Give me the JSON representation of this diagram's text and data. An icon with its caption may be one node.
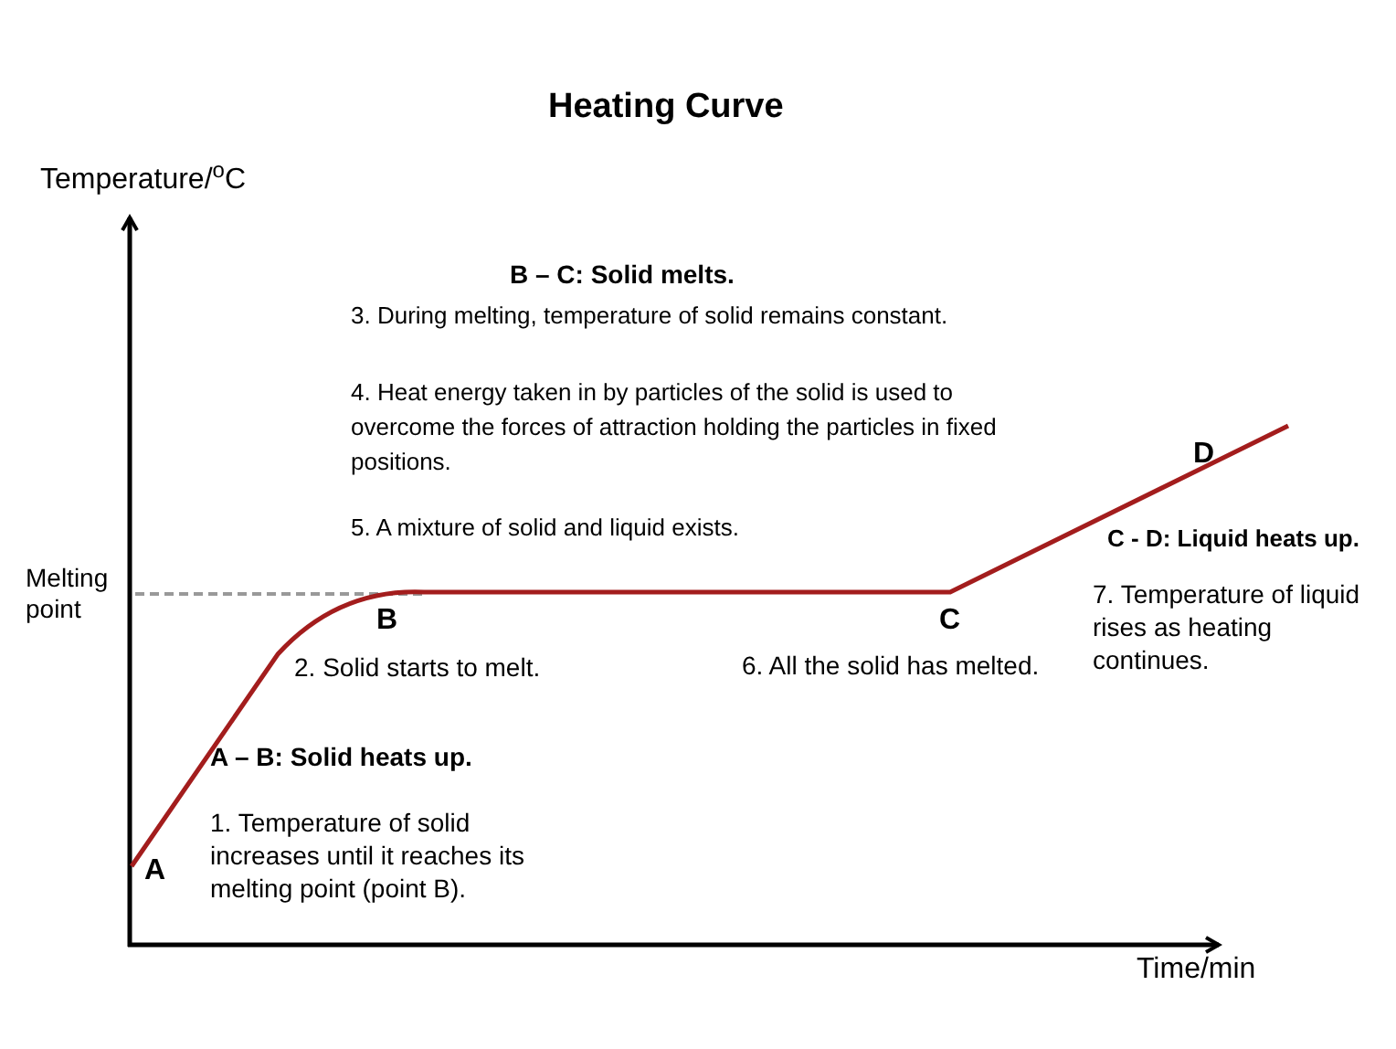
{
  "diagram": {
    "title": "Heating Curve",
    "labels": [
      "Temperature/$^{o}$C",
      "B – C: Solid melts.",
      "3. During melting, temperature of solid remains constant.",
      "4. Heat energy taken in by particles of the solid is used to overcome the forces of attraction holding the particles in fixed positions.",
      "D",
      "C - D: Liquid heats up.",
      "5. A mixture of solid and liquid exists.",
      "Melting point",
      "7. Temperature of liquid rises as heating continues.",
      "B",
      "C",
      "2. Solid starts to melt.",
      "6. All the solid has melted.",
      "A – B: Solid heats up.",
      "1. Temperature of solid increases until it reaches its melting point (point B).",
      "A",
      "Time/min"
    ]
  }
}
